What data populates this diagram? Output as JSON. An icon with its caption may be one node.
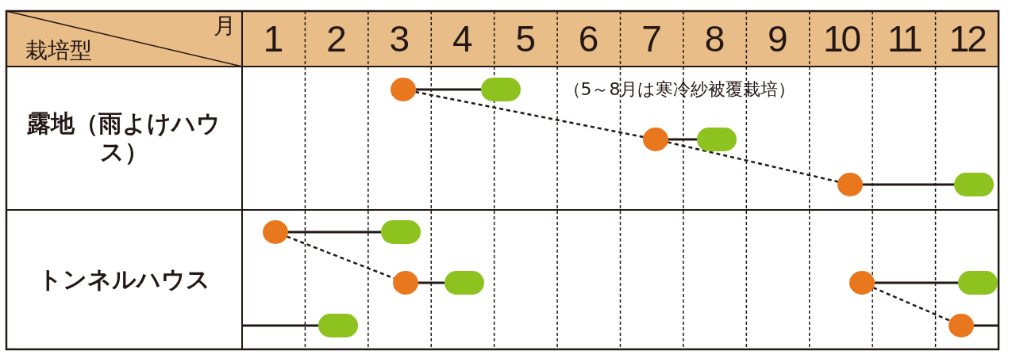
{
  "diagram": {
    "nodes": [
      {
        "text": [],
        "shape": "circle"
      },
      {
        "text": [],
        "shape": "bar"
      },
      {
        "text": [],
        "shape": "circle"
      },
      {
        "text": [],
        "shape": "bar"
      },
      {
        "text": [],
        "shape": "circle"
      },
      {
        "text": [],
        "shape": "bar"
      },
      {
        "text": [],
        "shape": "circle"
      },
      {
        "text": [],
        "shape": "bar"
      },
      {
        "text": [],
        "shape": "circle"
      },
      {
        "text": [],
        "shape": "bar"
      },
      {
        "text": [],
        "shape": "circle"
      },
      {
        "text": [],
        "shape": "bar"
      },
      {
        "text": [],
        "shape": "bar"
      },
      {
        "text": [],
        "shape": "circle"
      }
    ],
    "edges": [
      {
        "from": 0,
        "to": 1,
        "arrow": "none"
      },
      {
        "from": 0,
        "to": 2,
        "arrow": "none",
        "style": "dashed"
      },
      {
        "from": 2,
        "to": 3,
        "arrow": "none"
      },
      {
        "from": 2,
        "to": 4,
        "arrow": "none",
        "style": "dashed"
      },
      {
        "from": 4,
        "to": 5,
        "arrow": "none"
      },
      {
        "from": 6,
        "to": 7,
        "arrow": "none"
      },
      {
        "from": 6,
        "to": 8,
        "arrow": "none",
        "style": "dashed"
      },
      {
        "from": 8,
        "to": 9,
        "arrow": "none"
      },
      {
        "from": 10,
        "to": 11,
        "arrow": "none"
      },
      {
        "from": 10,
        "to": 13,
        "arrow": "none",
        "style": "dashed"
      },
      {
        "from": null,
        "to": 12,
        "arrow": "none"
      },
      {
        "from": 13,
        "to": null,
        "arrow": "none"
      }
    ],
    "labels": [
      "月",
      "栽培型",
      "1",
      "2",
      "3",
      "4",
      "5",
      "6",
      "7",
      "8",
      "9",
      "10",
      "11",
      "12",
      "露地（雨よけハウス）",
      "（5～8月は寒冷紗被覆栽培）",
      "トンネルハウス"
    ]
  }
}
